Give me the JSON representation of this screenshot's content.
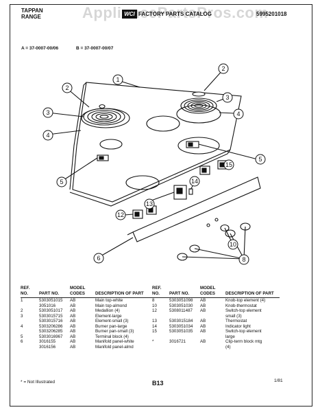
{
  "header": {
    "brand_line1": "TAPPAN",
    "brand_line2": "RANGE",
    "logo": "WCI",
    "catalog_title": "FACTORY PARTS CATALOG",
    "catalog_number": "5995201018",
    "watermark": "AppliancePartsPros.com"
  },
  "models": {
    "a": "A = 37-0007-00/06",
    "b": "B = 37-0007-00/07"
  },
  "diagram": {
    "callouts": [
      "1",
      "2",
      "2",
      "3",
      "3",
      "4",
      "4",
      "5",
      "5",
      "6",
      "8",
      "10",
      "12",
      "13",
      "14",
      "15"
    ]
  },
  "table": {
    "headers": {
      "ref": "REF. NO.",
      "part": "PART NO.",
      "model": "MODEL CODES",
      "desc": "DESCRIPTION OF PART"
    },
    "left_rows": [
      {
        "ref": "1",
        "part": "5303051015",
        "model": "AB",
        "desc": "Main top-white"
      },
      {
        "ref": "",
        "part": "3051016",
        "model": "AB",
        "desc": "Main top-almond"
      },
      {
        "ref": "2",
        "part": "5303051017",
        "model": "AB",
        "desc": "Medallion (4)"
      },
      {
        "ref": "3",
        "part": "5303015715",
        "model": "AB",
        "desc": "Element-large"
      },
      {
        "ref": "",
        "part": "5303015716",
        "model": "AB",
        "desc": "Element-small (3)"
      },
      {
        "ref": "4",
        "part": "5303206286",
        "model": "AB",
        "desc": "Burner pan-large"
      },
      {
        "ref": "",
        "part": "5303206285",
        "model": "AB",
        "desc": "Burner pan-small (3)"
      },
      {
        "ref": "5",
        "part": "5303016967",
        "model": "AB",
        "desc": "Terminal block (4)"
      },
      {
        "ref": "6",
        "part": "3016155",
        "model": "AB",
        "desc": "Manifold panel-white"
      },
      {
        "ref": "",
        "part": "3016156",
        "model": "AB",
        "desc": "Manifold panel-almd"
      }
    ],
    "right_rows": [
      {
        "ref": "8",
        "part": "5303051098",
        "model": "AB",
        "desc": "Knob-top element (4)"
      },
      {
        "ref": "10",
        "part": "5303051030",
        "model": "AB",
        "desc": "Knob-thermostat"
      },
      {
        "ref": "12",
        "part": "5308011487",
        "model": "AB",
        "desc": "Switch-top element"
      },
      {
        "ref": "",
        "part": "",
        "model": "",
        "desc": "small (3)"
      },
      {
        "ref": "13",
        "part": "5303015184",
        "model": "AB",
        "desc": "Thermostat"
      },
      {
        "ref": "14",
        "part": "5303051034",
        "model": "AB",
        "desc": "Indicator light"
      },
      {
        "ref": "15",
        "part": "5303051035",
        "model": "AB",
        "desc": "Switch-top element"
      },
      {
        "ref": "",
        "part": "",
        "model": "",
        "desc": "large"
      },
      {
        "ref": "*",
        "part": "3016721",
        "model": "AB",
        "desc": "Clip-term block mtg"
      },
      {
        "ref": "",
        "part": "",
        "model": "",
        "desc": "(4)"
      }
    ]
  },
  "footer": {
    "not_illustrated": "* = Not Illustrated",
    "page": "B13",
    "date": "1/81"
  }
}
